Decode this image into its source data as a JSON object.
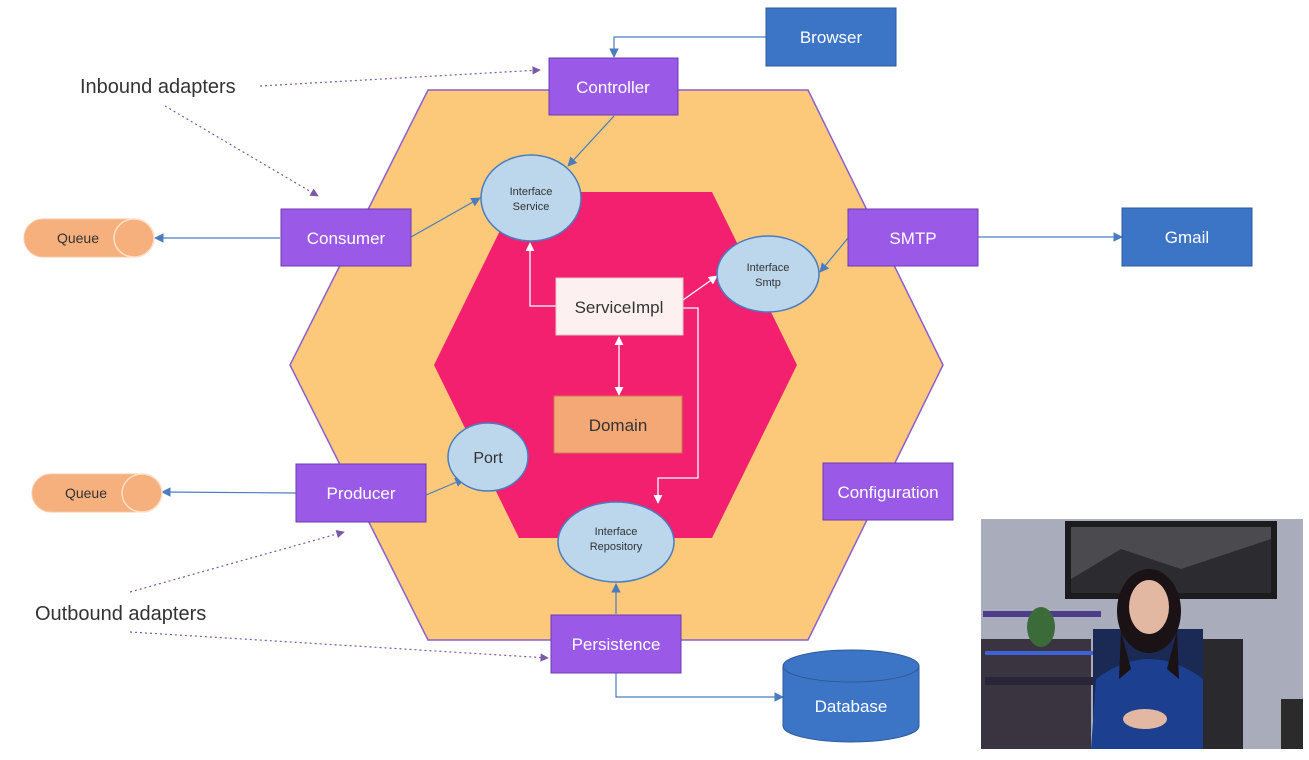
{
  "annotations": {
    "inbound": "Inbound adapters",
    "outbound": "Outbound adapters"
  },
  "adapters": {
    "controller": "Controller",
    "consumer": "Consumer",
    "producer": "Producer",
    "smtp": "SMTP",
    "configuration": "Configuration",
    "persistence": "Persistence"
  },
  "external": {
    "browser": "Browser",
    "gmail": "Gmail",
    "queue_top": "Queue",
    "queue_bottom": "Queue",
    "database": "Database"
  },
  "ports": {
    "interface_service": [
      "Interface",
      "Service"
    ],
    "interface_smtp": [
      "Interface",
      "Smtp"
    ],
    "interface_repository": [
      "Interface",
      "Repository"
    ],
    "port": "Port"
  },
  "core": {
    "service_impl": "ServiceImpl",
    "domain": "Domain"
  },
  "colors": {
    "outer_hexagon": "#fbc979",
    "inner_hexagon": "#f3206f",
    "adapter": "#9b59e8",
    "external": "#3c75c6",
    "port": "#bcd6ec",
    "queue": "#f6b07e",
    "domain": "#f4a876",
    "service_impl": "#fdf0f0"
  }
}
